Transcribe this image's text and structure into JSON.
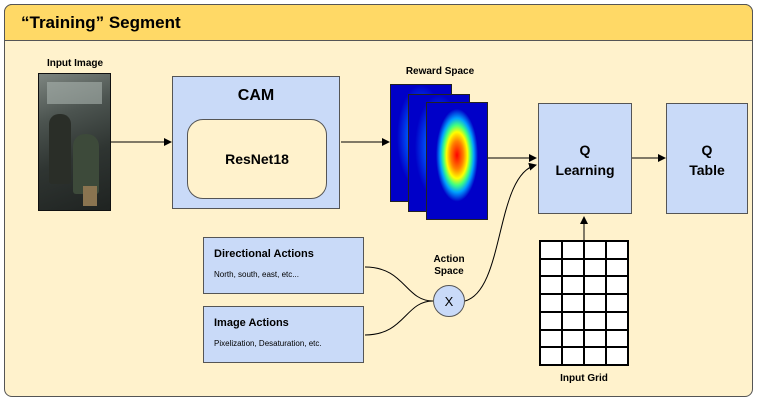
{
  "header": {
    "title": "“Training” Segment"
  },
  "input_image": {
    "label": "Input Image"
  },
  "cam": {
    "title": "CAM",
    "inner": "ResNet18"
  },
  "reward_space": {
    "label": "Reward Space"
  },
  "q_learning": {
    "line1": "Q",
    "line2": "Learning"
  },
  "q_table": {
    "line1": "Q",
    "line2": "Table"
  },
  "directional_actions": {
    "title": "Directional Actions",
    "subtitle": "North, south, east, etc..."
  },
  "image_actions": {
    "title": "Image Actions",
    "subtitle": "Pixelization, Desaturation, etc."
  },
  "action_space": {
    "line1": "Action",
    "line2": "Space",
    "operator": "X"
  },
  "input_grid": {
    "label": "Input Grid",
    "rows": 7,
    "cols": 4
  },
  "colors": {
    "header": "#ffd966",
    "panel": "#fff2cc",
    "box": "#c9daf8"
  }
}
